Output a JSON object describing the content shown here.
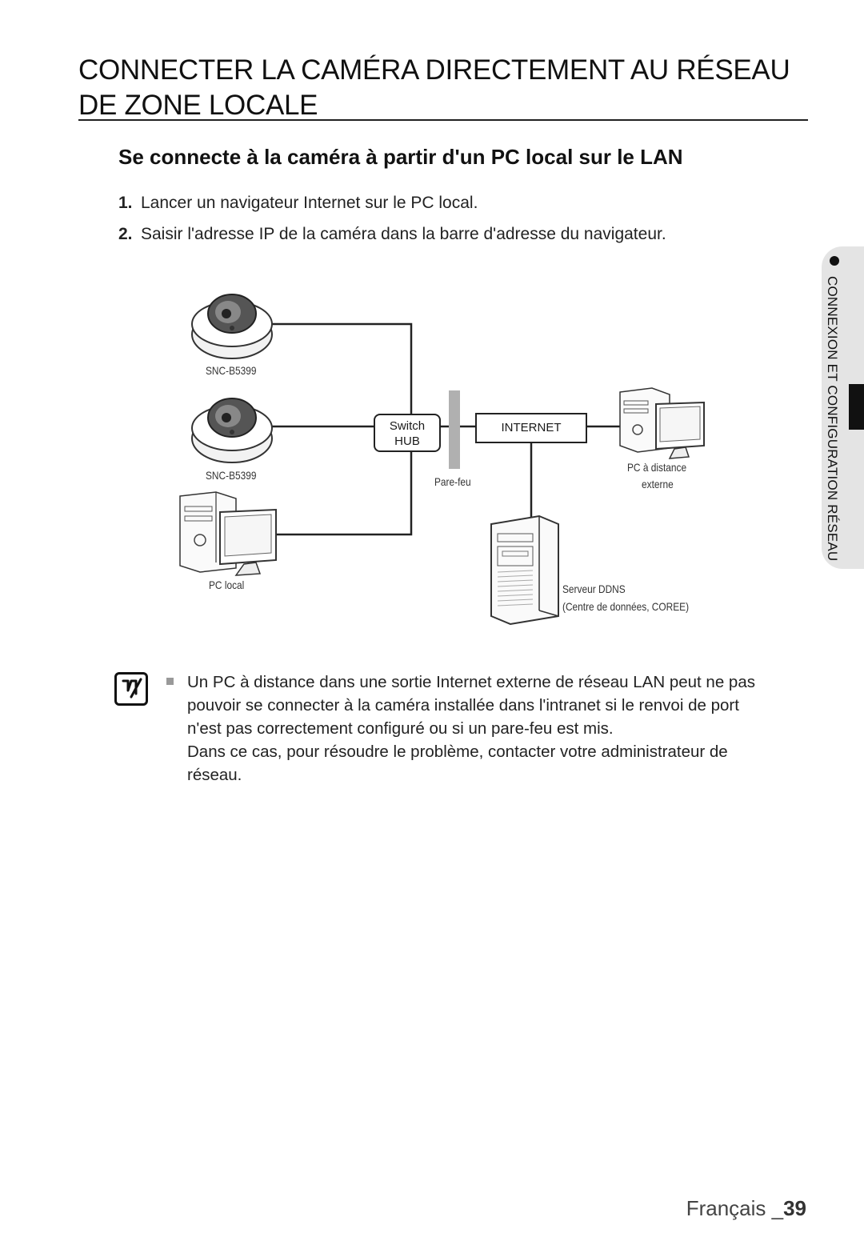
{
  "page": {
    "title": "CONNECTER LA CAMÉRA DIRECTEMENT AU RÉSEAU DE ZONE LOCALE",
    "subtitle": "Se connecte à la caméra à partir d'un PC local sur le LAN",
    "steps": [
      {
        "num": "1.",
        "text": "Lancer un navigateur Internet sur le PC local."
      },
      {
        "num": "2.",
        "text": "Saisir l'adresse IP de la caméra dans la barre d'adresse du navigateur."
      }
    ]
  },
  "diagram": {
    "camera1_label": "SNC-B5399",
    "camera2_label": "SNC-B5399",
    "pc_local_label": "PC local",
    "hub_line1": "Switch",
    "hub_line2": "HUB",
    "firewall_label": "Pare-feu",
    "internet_label": "INTERNET",
    "remote_pc_line1": "PC à distance",
    "remote_pc_line2": "externe",
    "ddns_line1": "Serveur DDNS",
    "ddns_line2": "(Centre de données, COREE)"
  },
  "note": {
    "icon": "note-pencil-icon",
    "paragraph1": "Un PC à distance dans une sortie Internet externe de réseau LAN peut ne pas pouvoir se connecter à la caméra installée dans l'intranet si le renvoi de port n'est pas correctement configuré ou si un pare-feu est mis.",
    "paragraph2": "Dans ce cas, pour résoudre le problème, contacter votre administrateur de réseau."
  },
  "side_tab": {
    "label": "CONNEXION ET CONFIGURATION RÉSEAU"
  },
  "footer": {
    "language": "Français _",
    "page_number": "39"
  }
}
